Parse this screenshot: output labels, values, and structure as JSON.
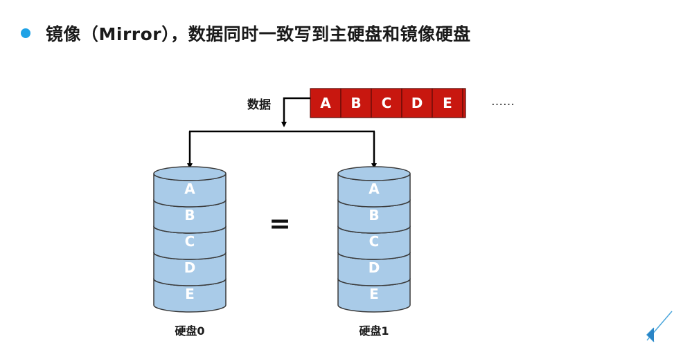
{
  "title": "镜像（Mirror），数据同时一致写到主硬盘和镜像硬盘",
  "data_label": "数据",
  "data_blocks": [
    "A",
    "B",
    "C",
    "D",
    "E"
  ],
  "ellipsis": "……",
  "equals": "=",
  "disks": [
    {
      "label": "硬盘0",
      "blocks": [
        "A",
        "B",
        "C",
        "D",
        "E"
      ]
    },
    {
      "label": "硬盘1",
      "blocks": [
        "A",
        "B",
        "C",
        "D",
        "E"
      ]
    }
  ],
  "colors": {
    "bullet": "#1fa2e6",
    "data_block_fill": "#c8170f",
    "disk_fill": "#a9cbe8",
    "disk_stroke": "#3a3a3a"
  }
}
